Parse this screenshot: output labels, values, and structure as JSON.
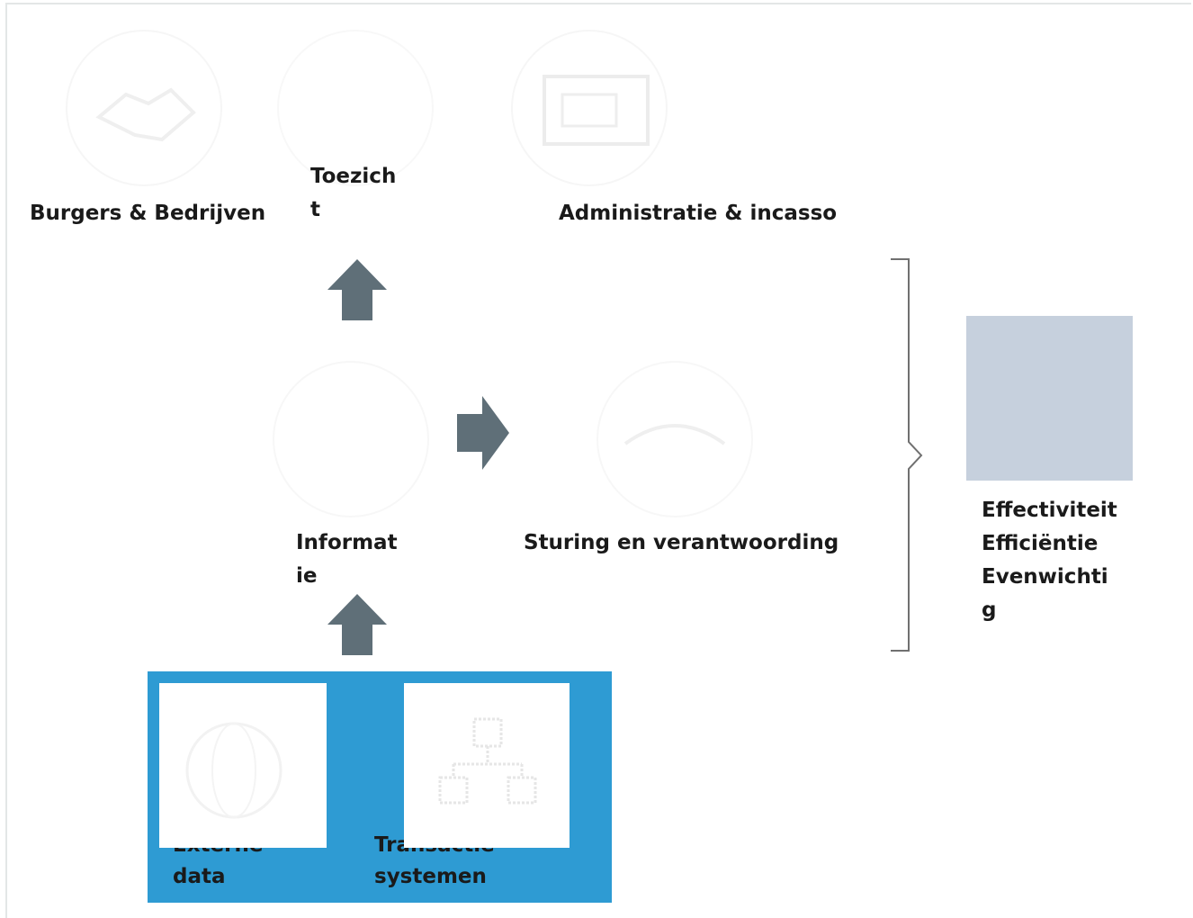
{
  "top_row": {
    "burgers_label": "Burgers & Bedrijven",
    "toezicht_label": "Toezicht",
    "administratie_label": "Administratie & incasso"
  },
  "middle_row": {
    "informatie_label": "Informatie",
    "sturing_label": "Sturing en verantwoording"
  },
  "outcomes": {
    "line1": "Effectiviteit",
    "line2": "Efficiëntie",
    "line3": "Evenwichtig"
  },
  "sources": {
    "externe_label_top": "Externe",
    "externe_label_bottom": "data",
    "transactie_label_top": "Transactie",
    "transactie_label_bottom": "systemen"
  },
  "colors": {
    "arrow": "#5f6f78",
    "panel": "#2e9bd3",
    "result_box": "#c6d0dd"
  },
  "icons": [
    "handshake-icon",
    "monitor-icon",
    "computer-icon",
    "hand-icon",
    "chart-icon",
    "globe-icon",
    "hierarchy-icon"
  ]
}
